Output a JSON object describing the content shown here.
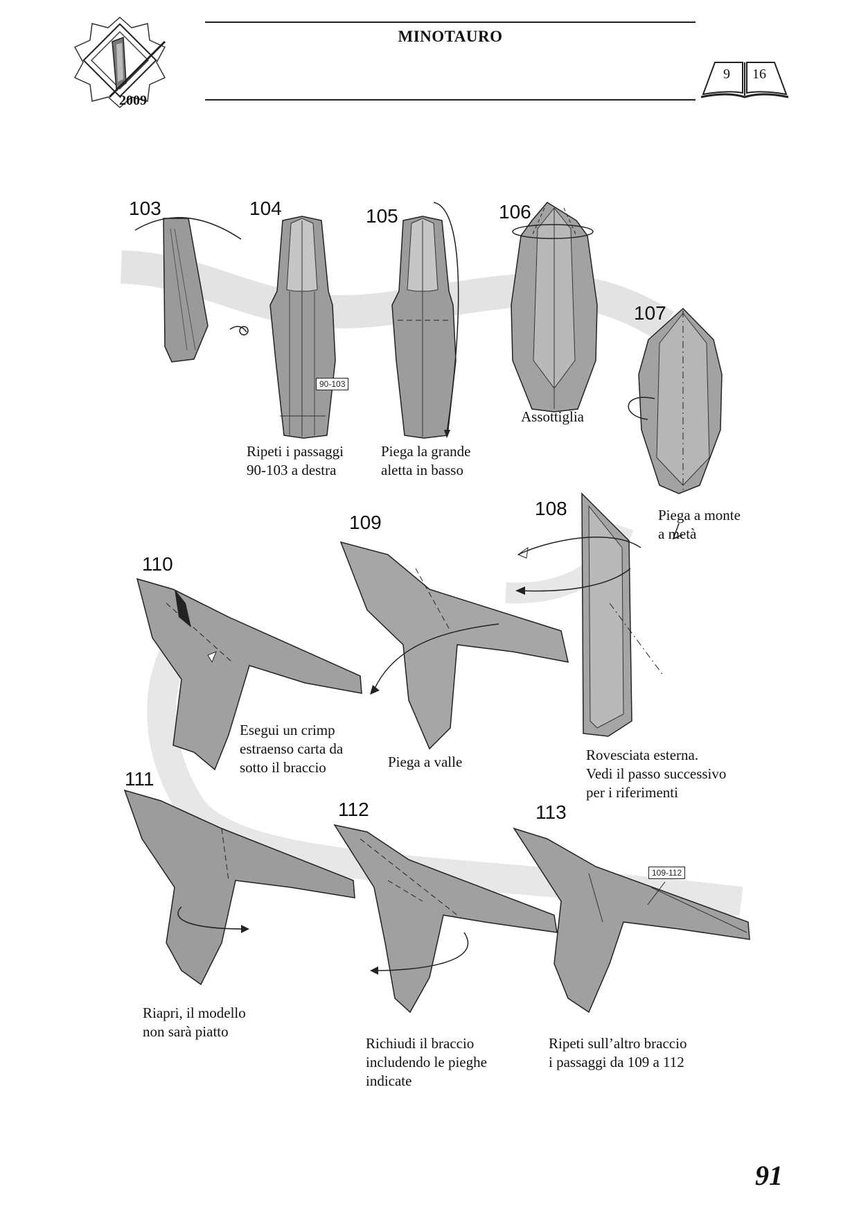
{
  "header": {
    "title": "MINOTAURO",
    "year": "2009",
    "book_pages": [
      "9",
      "16"
    ]
  },
  "steps": [
    {
      "id": "103",
      "number": "103"
    },
    {
      "id": "104",
      "number": "104"
    },
    {
      "id": "105",
      "number": "105"
    },
    {
      "id": "106",
      "number": "106"
    },
    {
      "id": "107",
      "number": "107"
    },
    {
      "id": "108",
      "number": "108"
    },
    {
      "id": "109",
      "number": "109"
    },
    {
      "id": "110",
      "number": "110"
    },
    {
      "id": "111",
      "number": "111"
    },
    {
      "id": "112",
      "number": "112"
    },
    {
      "id": "113",
      "number": "113"
    }
  ],
  "references": {
    "r1": "90-103",
    "r2": "109-112"
  },
  "captions": {
    "c104": [
      "Ripeti i passaggi",
      "90-103 a destra"
    ],
    "c105": [
      "Piega la grande",
      "aletta in basso"
    ],
    "c106": [
      "Assottiglia"
    ],
    "c107": [
      "Piega a monte",
      "a metà"
    ],
    "c108": [
      "Rovesciata esterna.",
      "Vedi il passo successivo",
      "per i riferimenti"
    ],
    "c109": [
      "Piega a valle"
    ],
    "c110": [
      "Esegui un crimp",
      "estraenso carta da",
      "sotto il braccio"
    ],
    "c111": [
      "Riapri, il modello",
      "non sarà piatto"
    ],
    "c112": [
      "Richiudi il braccio",
      "includendo le pieghe",
      "indicate"
    ],
    "c113": [
      "Ripeti sull’altro braccio",
      "i passaggi da 109 a 112"
    ]
  },
  "page_number": "91"
}
